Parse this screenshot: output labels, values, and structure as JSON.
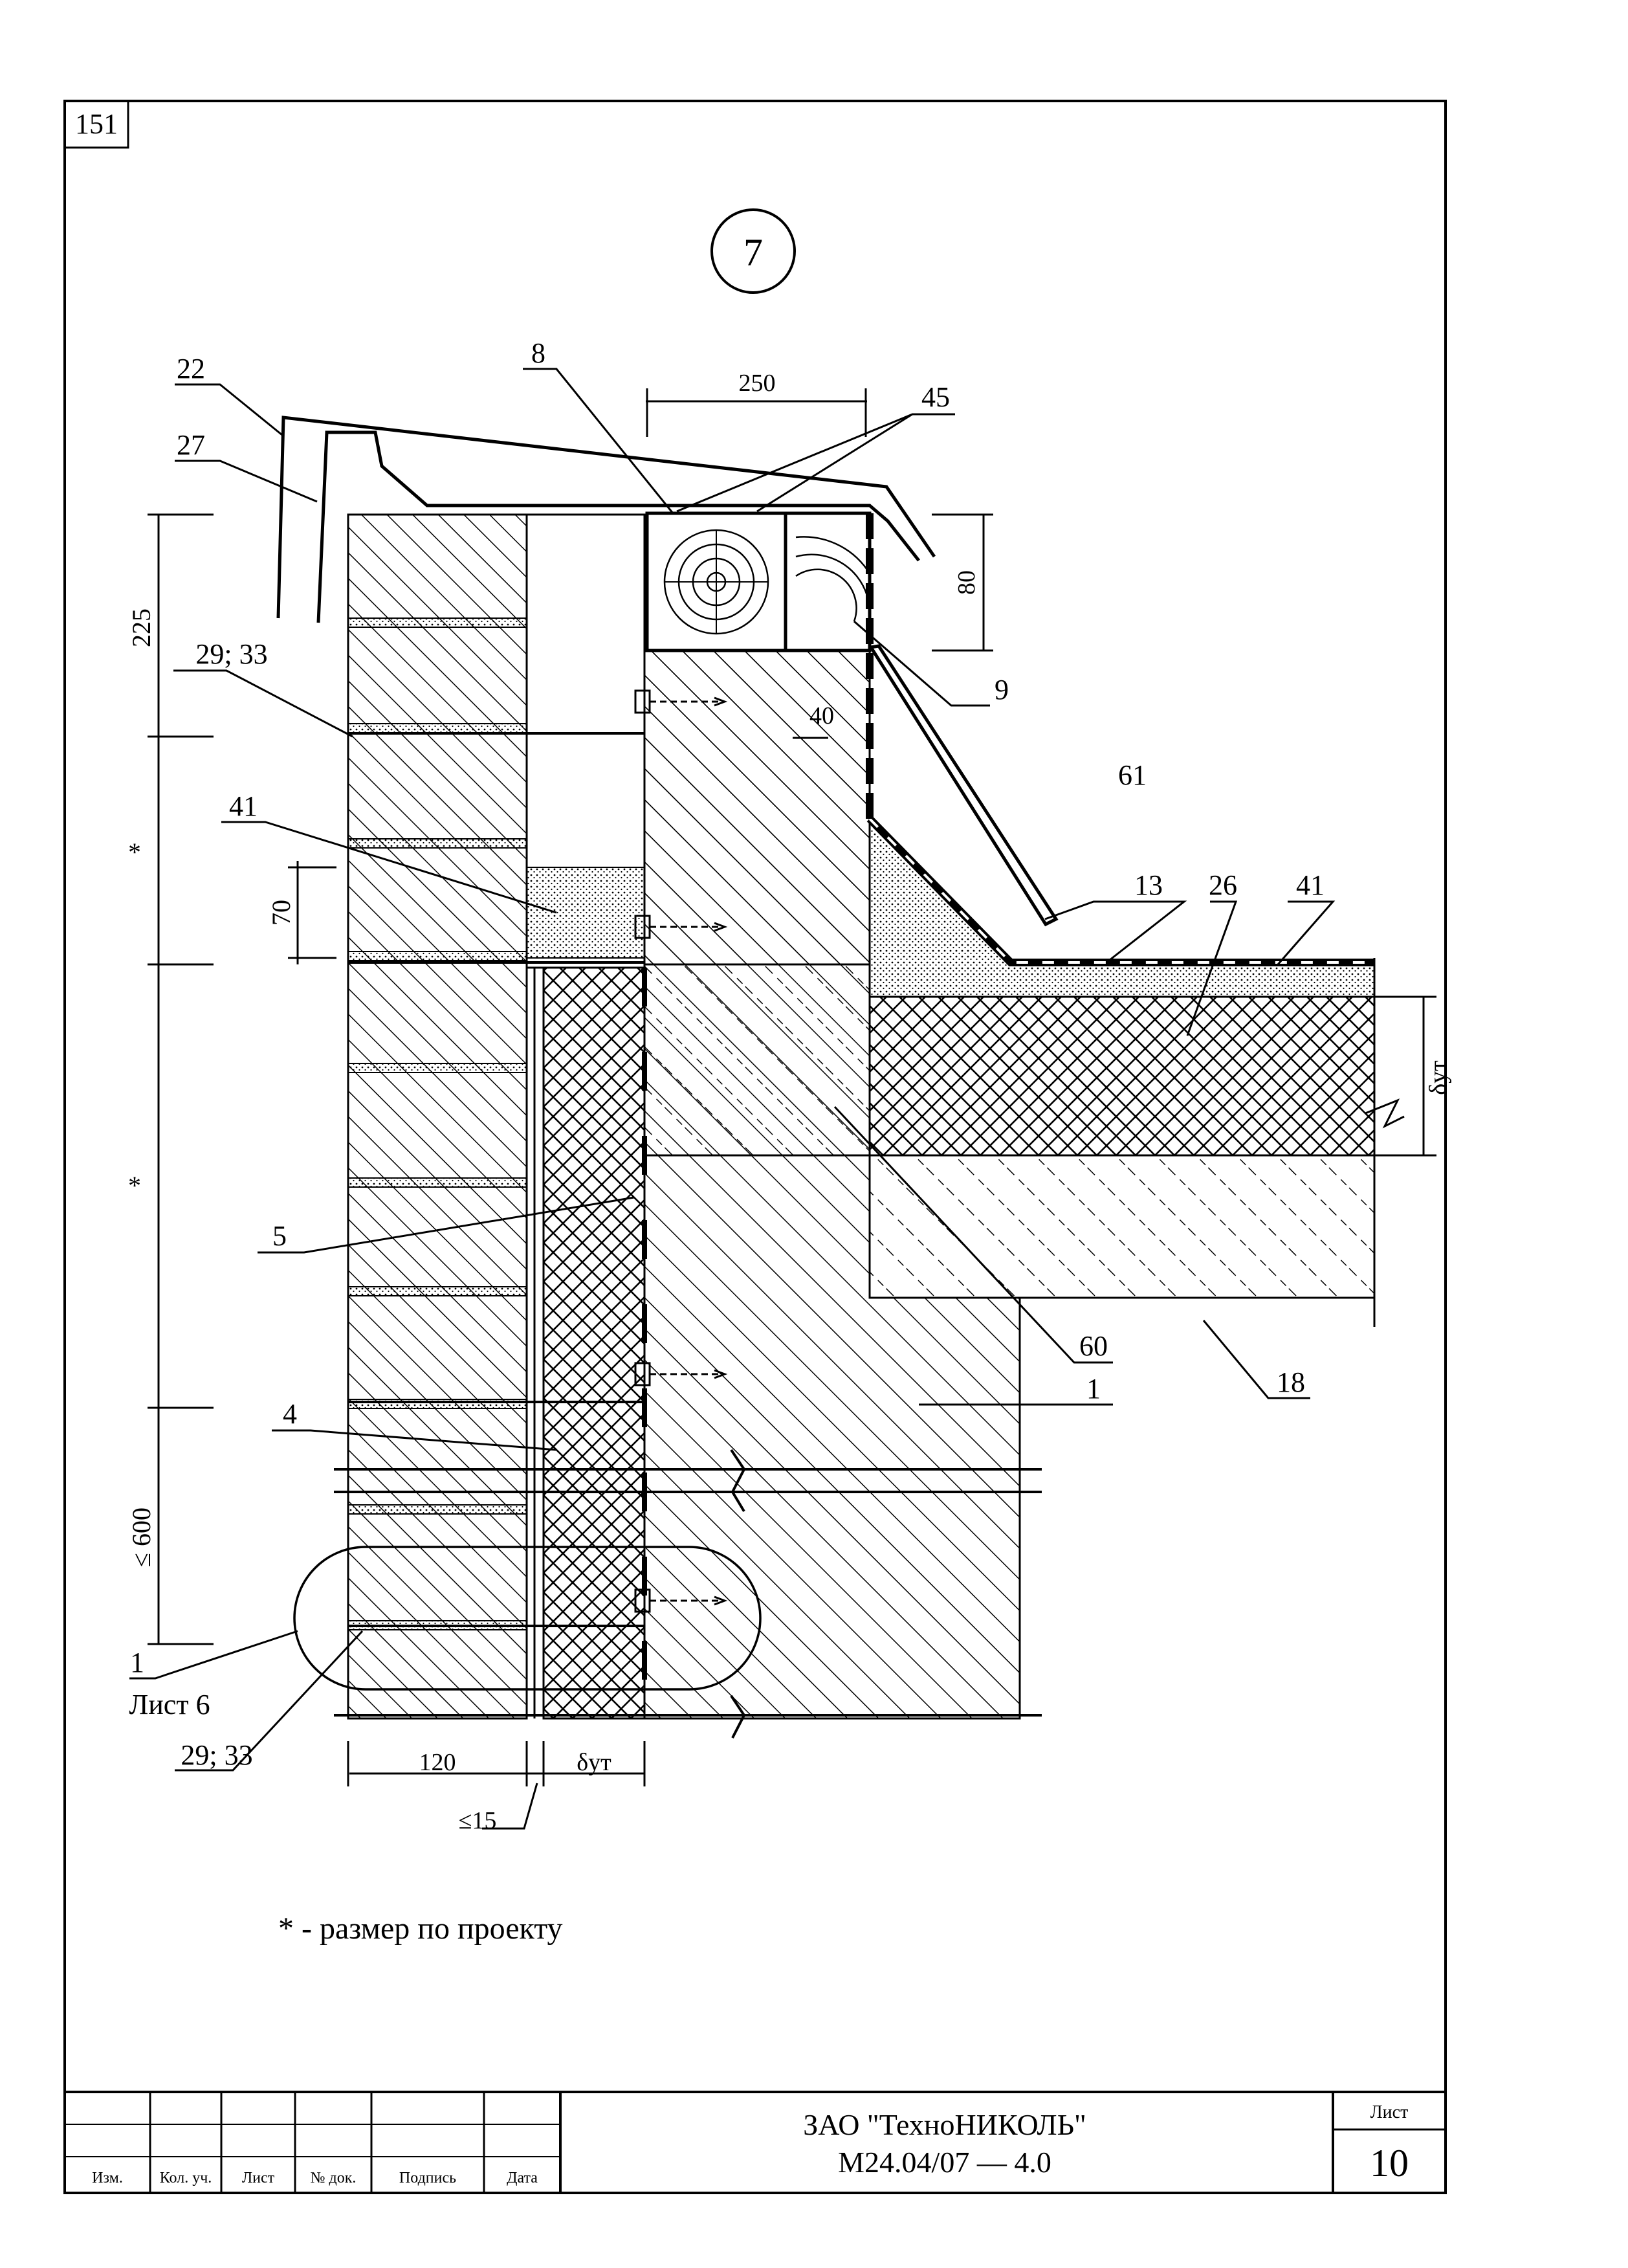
{
  "sheet_corner_number": "151",
  "detail_number": "7",
  "dimensions": {
    "top_width": "250",
    "height_80": "80",
    "height_225": "225",
    "star_upper": "*",
    "star_lower": "*",
    "height_70": "70",
    "max_600": "≤ 600",
    "brick_width": "120",
    "gap": "≤15",
    "insulation_thickness_bottom": "δут",
    "insulation_thickness_roof": "δут",
    "dim_40": "40"
  },
  "callouts": {
    "c22": "22",
    "c27": "27",
    "c8": "8",
    "c45": "45",
    "c29_33_top": "29; 33",
    "c9": "9",
    "c41_left": "41",
    "c61": "61",
    "c13": "13",
    "c26": "26",
    "c41_right": "41",
    "c5": "5",
    "c60": "60",
    "c1": "1",
    "c18": "18",
    "c4": "4",
    "ref_num": "1",
    "ref_sheet": "Лист 6",
    "c29_33_bottom": "29; 33"
  },
  "note": "* - размер по проекту",
  "title_block": {
    "company": "ЗАО \"ТехноНИКОЛЬ\"",
    "doc_code": "М24.04/07  —  4.0",
    "sheet_label": "Лист",
    "sheet_number": "10",
    "columns": [
      "Изм.",
      "Кол. уч.",
      "Лист",
      "№ док.",
      "Подпись",
      "Дата"
    ]
  }
}
